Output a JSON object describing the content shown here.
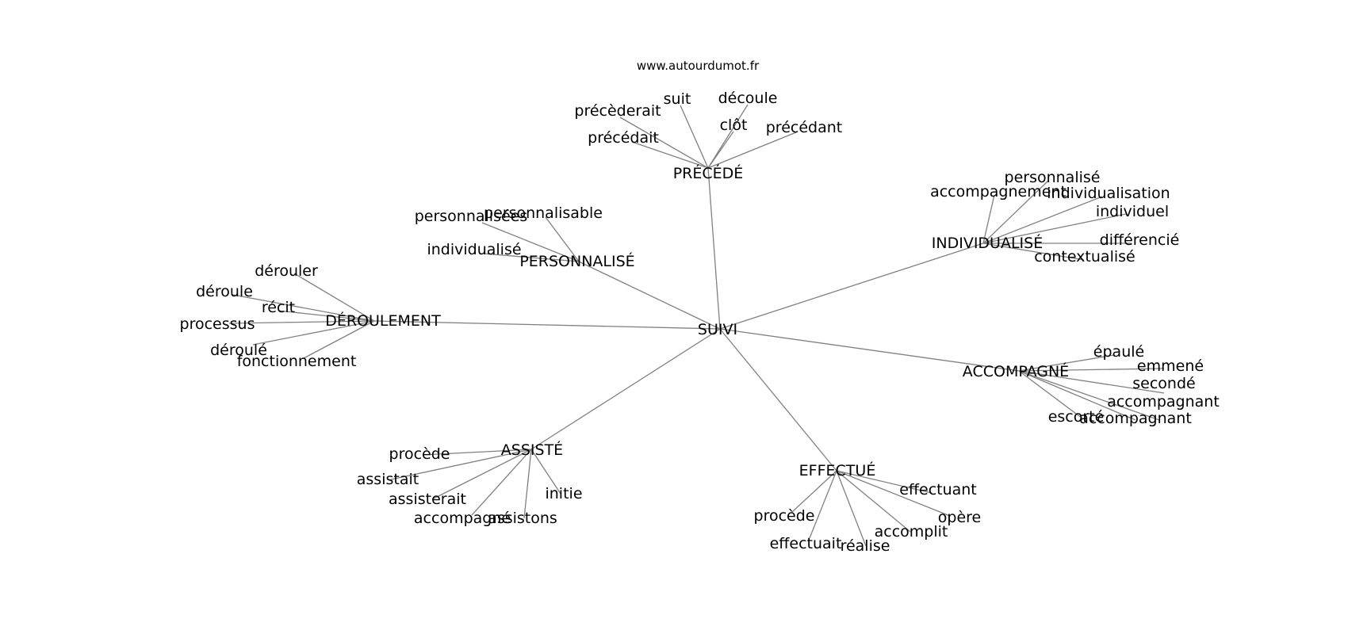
{
  "source": "www.autourdumot.fr",
  "colors": {
    "edge": "#808080",
    "text": "#000000",
    "background": "#ffffff"
  },
  "graph": {
    "root": "SUIVI",
    "groups": [
      {
        "label": "PRÉCÉDÉ",
        "words": [
          "précèderait",
          "suit",
          "découle",
          "clôt",
          "précédant",
          "précédait"
        ]
      },
      {
        "label": "PERSONNALISÉ",
        "words": [
          "personnalisées",
          "personnalisable",
          "individualisé"
        ]
      },
      {
        "label": "DÉROULEMENT",
        "words": [
          "dérouler",
          "déroule",
          "récit",
          "processus",
          "déroulé",
          "fonctionnement"
        ]
      },
      {
        "label": "INDIVIDUALISÉ",
        "words": [
          "personnalisé",
          "accompagnement",
          "individualisation",
          "individuel",
          "différencié",
          "contextualisé"
        ]
      },
      {
        "label": "ACCOMPAGNÉ",
        "words": [
          "épaulé",
          "emmené",
          "secondé",
          "accompagnant",
          "escorté",
          "accompagnant"
        ]
      },
      {
        "label": "ASSISTÉ",
        "words": [
          "procède",
          "assistait",
          "assisterait",
          "accompagné",
          "assistons",
          "initie"
        ]
      },
      {
        "label": "EFFECTUÉ",
        "words": [
          "effectuant",
          "procède",
          "opère",
          "accomplit",
          "effectuait",
          "réalise"
        ]
      }
    ]
  }
}
